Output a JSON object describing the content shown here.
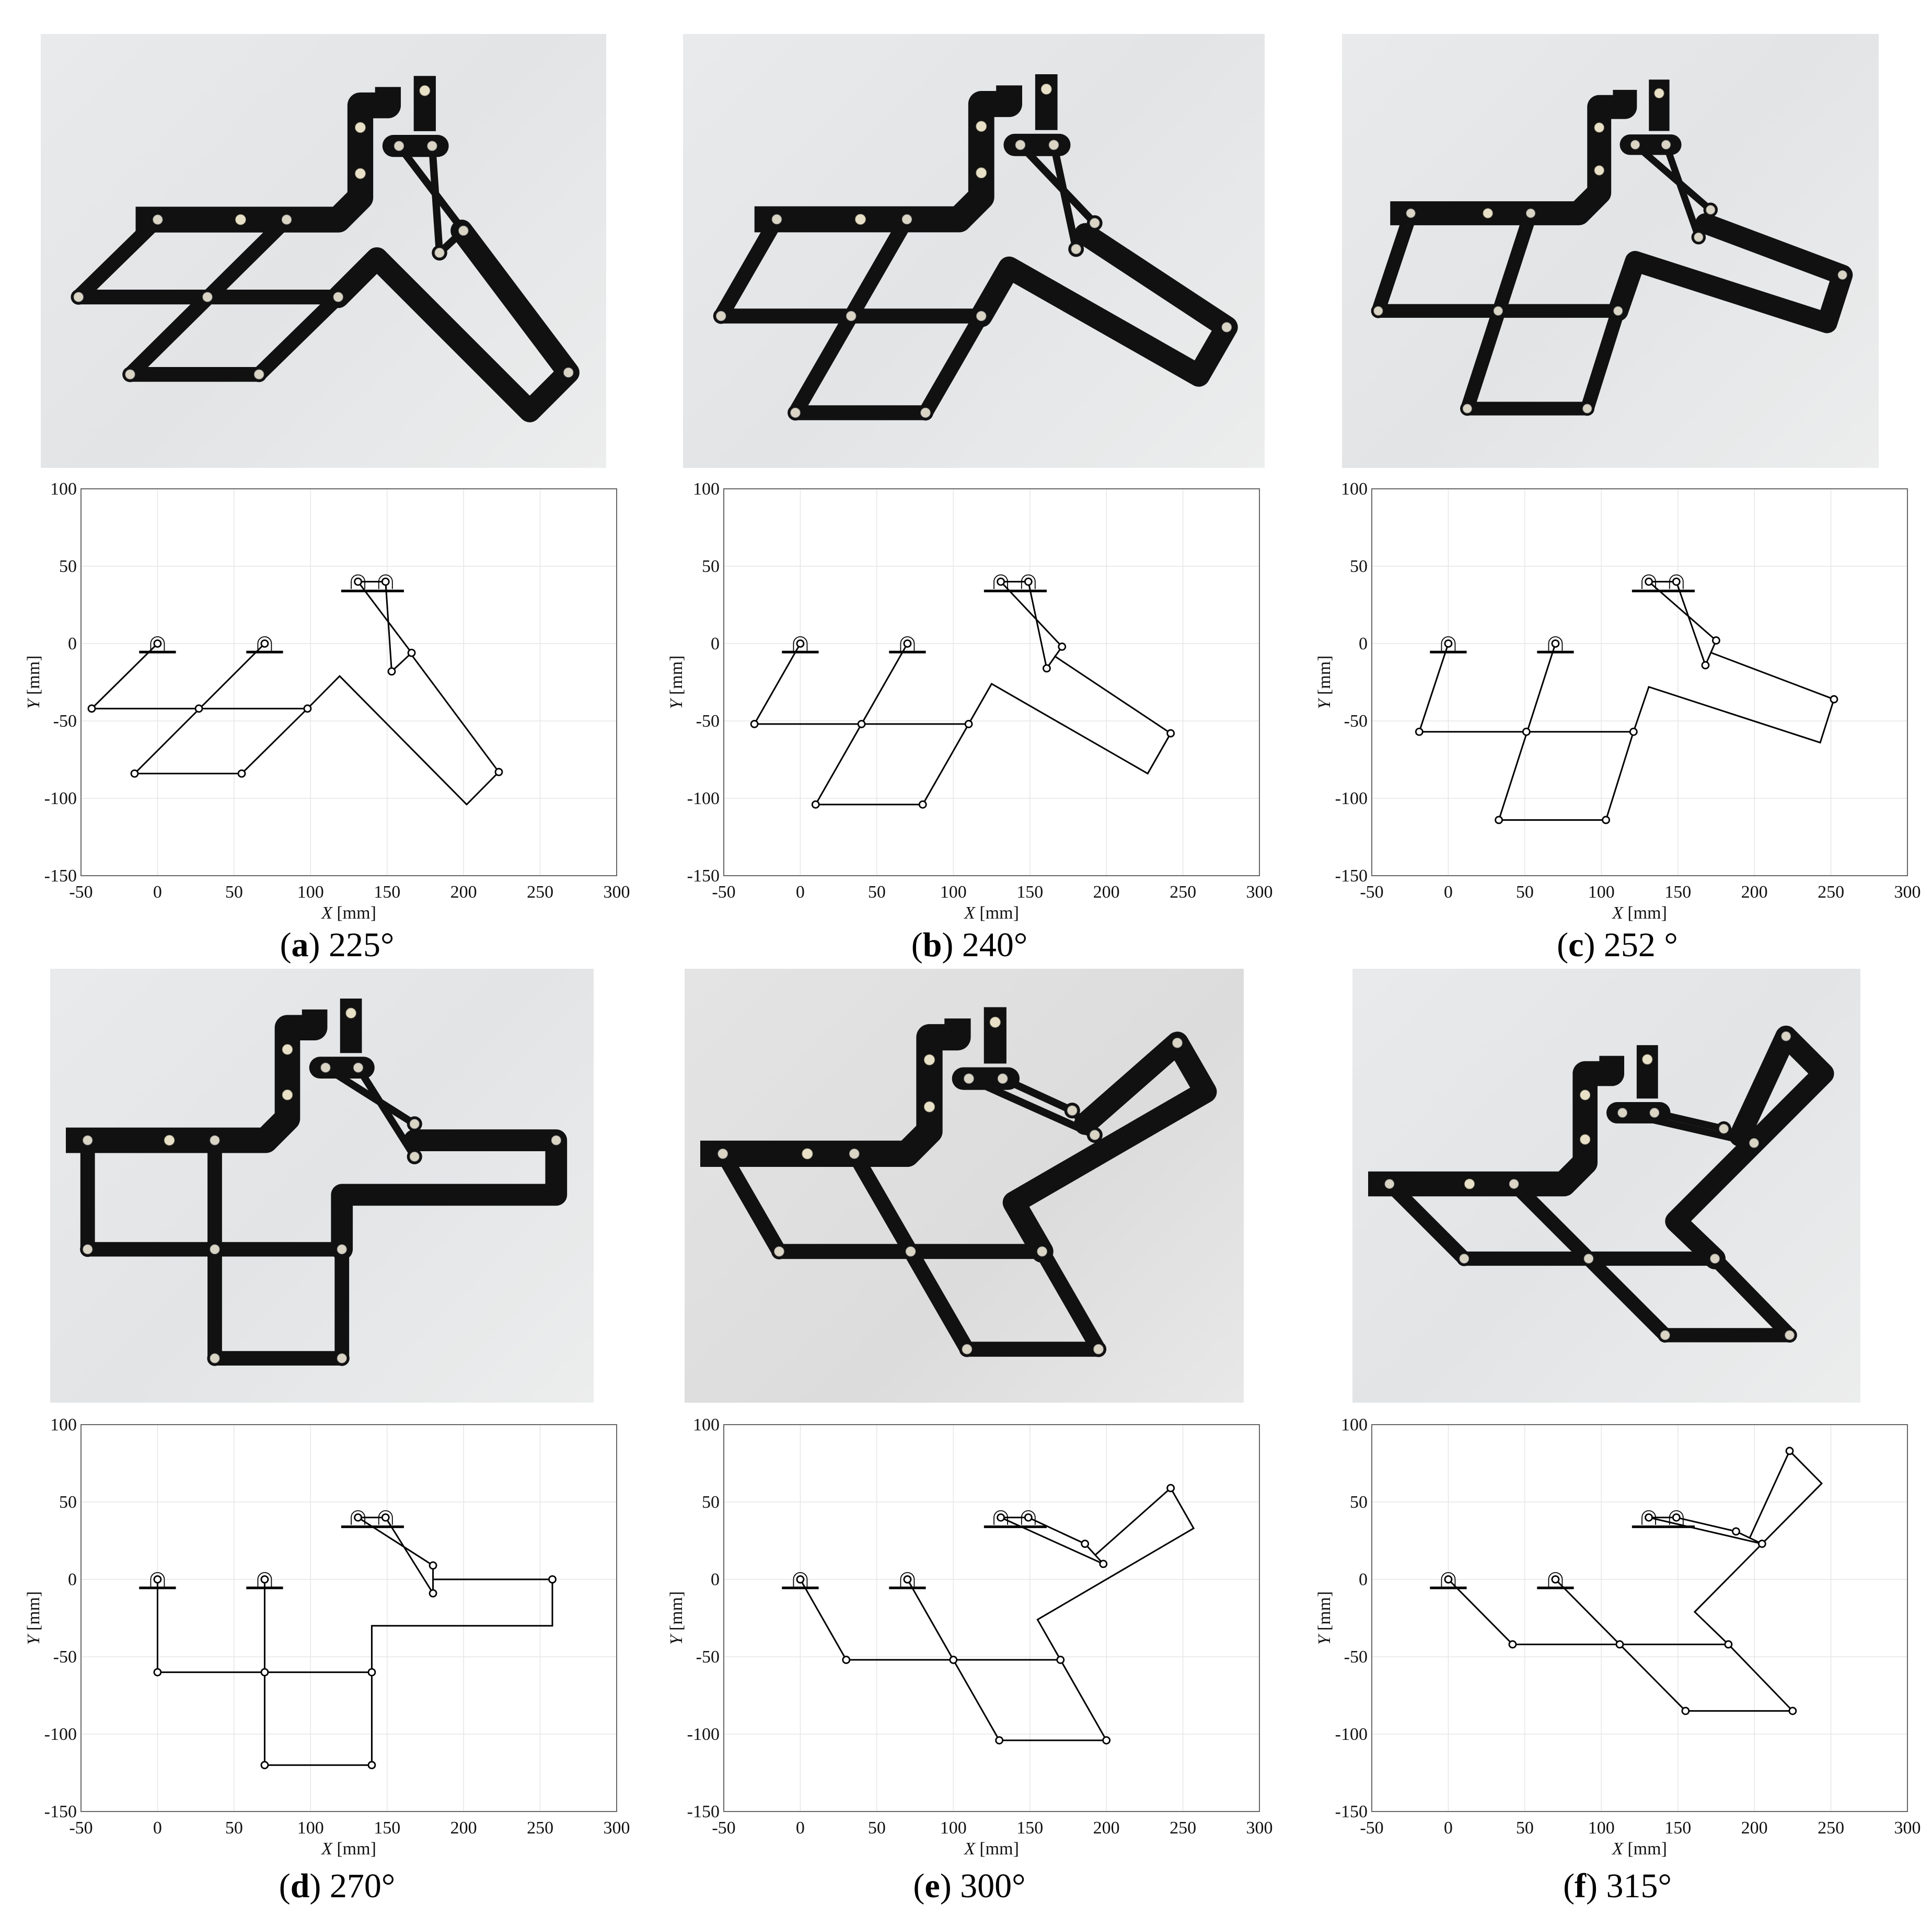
{
  "figure": {
    "panels": [
      {
        "id": "a",
        "letter": "a",
        "angle": "225°"
      },
      {
        "id": "b",
        "letter": "b",
        "angle": "240°"
      },
      {
        "id": "c",
        "letter": "c",
        "angle": "252 °"
      },
      {
        "id": "d",
        "letter": "d",
        "angle": "270°"
      },
      {
        "id": "e",
        "letter": "e",
        "angle": "300°"
      },
      {
        "id": "f",
        "letter": "f",
        "angle": "315°"
      }
    ],
    "axis": {
      "xlabel_var": "X",
      "xlabel_unit": "[mm]",
      "ylabel_var": "Y",
      "ylabel_unit": "[mm]",
      "xticks": [
        "-50",
        "0",
        "50",
        "100",
        "150",
        "200",
        "250",
        "300"
      ],
      "yticks": [
        "100",
        "50",
        "0",
        "-50",
        "-100",
        "-150"
      ]
    },
    "colors": {
      "line": "#000000",
      "grid": "#e6e6e6",
      "axis": "#666666",
      "mechanism": "#111111",
      "screw": "#d9d4c4"
    }
  },
  "chart_data": [
    {
      "type": "line",
      "title": "(a) 225°",
      "xlabel": "X [mm]",
      "ylabel": "Y [mm]",
      "xlim": [
        -50,
        300
      ],
      "ylim": [
        -150,
        100
      ],
      "grid": true,
      "fixed_pivots": [
        [
          0,
          0
        ],
        [
          70,
          0
        ],
        [
          131,
          40
        ],
        [
          149,
          40
        ]
      ],
      "links": [
        [
          [
            0,
            0
          ],
          [
            -43,
            -42
          ]
        ],
        [
          [
            70,
            0
          ],
          [
            -15,
            -84
          ]
        ],
        [
          [
            -43,
            -42
          ],
          [
            98,
            -42
          ]
        ],
        [
          [
            -15,
            -84
          ],
          [
            55,
            -84
          ]
        ],
        [
          [
            55,
            -84
          ],
          [
            98,
            -42
          ]
        ],
        [
          [
            98,
            -42
          ],
          [
            119,
            -21
          ],
          [
            202,
            -104
          ],
          [
            223,
            -83
          ],
          [
            165,
            -6
          ]
        ],
        [
          [
            131,
            40
          ],
          [
            166,
            -6
          ]
        ],
        [
          [
            149,
            40
          ],
          [
            153,
            -18
          ]
        ],
        [
          [
            153,
            -18
          ],
          [
            166,
            -6
          ]
        ],
        [
          [
            131,
            40
          ],
          [
            149,
            40
          ]
        ]
      ],
      "joints": [
        [
          -43,
          -42
        ],
        [
          27,
          -42
        ],
        [
          98,
          -42
        ],
        [
          -15,
          -84
        ],
        [
          55,
          -84
        ],
        [
          166,
          -6
        ],
        [
          153,
          -18
        ],
        [
          223,
          -83
        ]
      ]
    },
    {
      "type": "line",
      "title": "(b) 240°",
      "xlabel": "X [mm]",
      "ylabel": "Y [mm]",
      "xlim": [
        -50,
        300
      ],
      "ylim": [
        -150,
        100
      ],
      "grid": true,
      "fixed_pivots": [
        [
          0,
          0
        ],
        [
          70,
          0
        ],
        [
          131,
          40
        ],
        [
          149,
          40
        ]
      ],
      "links": [
        [
          [
            0,
            0
          ],
          [
            -30,
            -52
          ]
        ],
        [
          [
            70,
            0
          ],
          [
            10,
            -104
          ]
        ],
        [
          [
            -30,
            -52
          ],
          [
            110,
            -52
          ]
        ],
        [
          [
            10,
            -104
          ],
          [
            80,
            -104
          ]
        ],
        [
          [
            80,
            -104
          ],
          [
            110,
            -52
          ]
        ],
        [
          [
            110,
            -52
          ],
          [
            125,
            -26
          ],
          [
            227,
            -84
          ],
          [
            242,
            -58
          ],
          [
            166,
            -8
          ]
        ],
        [
          [
            131,
            40
          ],
          [
            171,
            -2
          ]
        ],
        [
          [
            149,
            40
          ],
          [
            161,
            -16
          ]
        ],
        [
          [
            161,
            -16
          ],
          [
            171,
            -2
          ]
        ],
        [
          [
            131,
            40
          ],
          [
            149,
            40
          ]
        ]
      ],
      "joints": [
        [
          -30,
          -52
        ],
        [
          40,
          -52
        ],
        [
          110,
          -52
        ],
        [
          10,
          -104
        ],
        [
          80,
          -104
        ],
        [
          171,
          -2
        ],
        [
          161,
          -16
        ],
        [
          242,
          -58
        ]
      ]
    },
    {
      "type": "line",
      "title": "(c) 252 °",
      "xlabel": "X [mm]",
      "ylabel": "Y [mm]",
      "xlim": [
        -50,
        300
      ],
      "ylim": [
        -150,
        100
      ],
      "grid": true,
      "fixed_pivots": [
        [
          0,
          0
        ],
        [
          70,
          0
        ],
        [
          131,
          40
        ],
        [
          149,
          40
        ]
      ],
      "links": [
        [
          [
            0,
            0
          ],
          [
            -19,
            -57
          ]
        ],
        [
          [
            70,
            0
          ],
          [
            33,
            -114
          ]
        ],
        [
          [
            -19,
            -57
          ],
          [
            121,
            -57
          ]
        ],
        [
          [
            33,
            -114
          ],
          [
            103,
            -114
          ]
        ],
        [
          [
            103,
            -114
          ],
          [
            121,
            -57
          ]
        ],
        [
          [
            121,
            -57
          ],
          [
            131,
            -28
          ],
          [
            243,
            -64
          ],
          [
            252,
            -36
          ],
          [
            172,
            -6
          ]
        ],
        [
          [
            131,
            40
          ],
          [
            175,
            2
          ]
        ],
        [
          [
            149,
            40
          ],
          [
            168,
            -14
          ]
        ],
        [
          [
            168,
            -14
          ],
          [
            175,
            2
          ]
        ],
        [
          [
            131,
            40
          ],
          [
            149,
            40
          ]
        ]
      ],
      "joints": [
        [
          -19,
          -57
        ],
        [
          51,
          -57
        ],
        [
          121,
          -57
        ],
        [
          33,
          -114
        ],
        [
          103,
          -114
        ],
        [
          175,
          2
        ],
        [
          168,
          -14
        ],
        [
          252,
          -36
        ]
      ]
    },
    {
      "type": "line",
      "title": "(d) 270°",
      "xlabel": "X [mm]",
      "ylabel": "Y [mm]",
      "xlim": [
        -50,
        300
      ],
      "ylim": [
        -150,
        100
      ],
      "grid": true,
      "fixed_pivots": [
        [
          0,
          0
        ],
        [
          70,
          0
        ],
        [
          131,
          40
        ],
        [
          149,
          40
        ]
      ],
      "links": [
        [
          [
            0,
            0
          ],
          [
            0,
            -60
          ]
        ],
        [
          [
            70,
            0
          ],
          [
            70,
            -120
          ]
        ],
        [
          [
            0,
            -60
          ],
          [
            140,
            -60
          ]
        ],
        [
          [
            70,
            -120
          ],
          [
            140,
            -120
          ]
        ],
        [
          [
            140,
            -120
          ],
          [
            140,
            -60
          ]
        ],
        [
          [
            140,
            -60
          ],
          [
            140,
            -30
          ],
          [
            258,
            -30
          ],
          [
            258,
            0
          ],
          [
            180,
            0
          ]
        ],
        [
          [
            131,
            40
          ],
          [
            180,
            9
          ]
        ],
        [
          [
            149,
            40
          ],
          [
            180,
            -9
          ]
        ],
        [
          [
            180,
            -9
          ],
          [
            180,
            9
          ]
        ],
        [
          [
            131,
            40
          ],
          [
            149,
            40
          ]
        ]
      ],
      "joints": [
        [
          0,
          -60
        ],
        [
          70,
          -60
        ],
        [
          140,
          -60
        ],
        [
          70,
          -120
        ],
        [
          140,
          -120
        ],
        [
          180,
          9
        ],
        [
          180,
          -9
        ],
        [
          258,
          0
        ]
      ]
    },
    {
      "type": "line",
      "title": "(e) 300°",
      "xlabel": "X [mm]",
      "ylabel": "Y [mm]",
      "xlim": [
        -50,
        300
      ],
      "ylim": [
        -150,
        100
      ],
      "grid": true,
      "fixed_pivots": [
        [
          0,
          0
        ],
        [
          70,
          0
        ],
        [
          131,
          40
        ],
        [
          149,
          40
        ]
      ],
      "links": [
        [
          [
            0,
            0
          ],
          [
            30,
            -52
          ]
        ],
        [
          [
            70,
            0
          ],
          [
            130,
            -104
          ]
        ],
        [
          [
            30,
            -52
          ],
          [
            170,
            -52
          ]
        ],
        [
          [
            130,
            -104
          ],
          [
            200,
            -104
          ]
        ],
        [
          [
            200,
            -104
          ],
          [
            170,
            -52
          ]
        ],
        [
          [
            170,
            -52
          ],
          [
            155,
            -26
          ],
          [
            257,
            33
          ],
          [
            242,
            59
          ],
          [
            193,
            16
          ]
        ],
        [
          [
            131,
            40
          ],
          [
            198,
            10
          ]
        ],
        [
          [
            149,
            40
          ],
          [
            186,
            23
          ]
        ],
        [
          [
            186,
            23
          ],
          [
            198,
            10
          ]
        ],
        [
          [
            131,
            40
          ],
          [
            149,
            40
          ]
        ]
      ],
      "joints": [
        [
          30,
          -52
        ],
        [
          100,
          -52
        ],
        [
          170,
          -52
        ],
        [
          130,
          -104
        ],
        [
          200,
          -104
        ],
        [
          198,
          10
        ],
        [
          186,
          23
        ],
        [
          242,
          59
        ]
      ]
    },
    {
      "type": "line",
      "title": "(f) 315°",
      "xlabel": "X [mm]",
      "ylabel": "Y [mm]",
      "xlim": [
        -50,
        300
      ],
      "ylim": [
        -150,
        100
      ],
      "grid": true,
      "fixed_pivots": [
        [
          0,
          0
        ],
        [
          70,
          0
        ],
        [
          131,
          40
        ],
        [
          149,
          40
        ]
      ],
      "links": [
        [
          [
            0,
            0
          ],
          [
            42,
            -42
          ]
        ],
        [
          [
            70,
            0
          ],
          [
            155,
            -85
          ]
        ],
        [
          [
            42,
            -42
          ],
          [
            183,
            -42
          ]
        ],
        [
          [
            155,
            -85
          ],
          [
            225,
            -85
          ]
        ],
        [
          [
            225,
            -85
          ],
          [
            183,
            -42
          ]
        ],
        [
          [
            183,
            -42
          ],
          [
            161,
            -21
          ],
          [
            244,
            62
          ],
          [
            223,
            83
          ],
          [
            197,
            27
          ]
        ],
        [
          [
            131,
            40
          ],
          [
            205,
            23
          ]
        ],
        [
          [
            149,
            40
          ],
          [
            188,
            31
          ]
        ],
        [
          [
            188,
            31
          ],
          [
            205,
            23
          ]
        ],
        [
          [
            131,
            40
          ],
          [
            149,
            40
          ]
        ]
      ],
      "joints": [
        [
          42,
          -42
        ],
        [
          112,
          -42
        ],
        [
          183,
          -42
        ],
        [
          155,
          -85
        ],
        [
          225,
          -85
        ],
        [
          205,
          23
        ],
        [
          188,
          31
        ],
        [
          223,
          83
        ]
      ]
    }
  ]
}
